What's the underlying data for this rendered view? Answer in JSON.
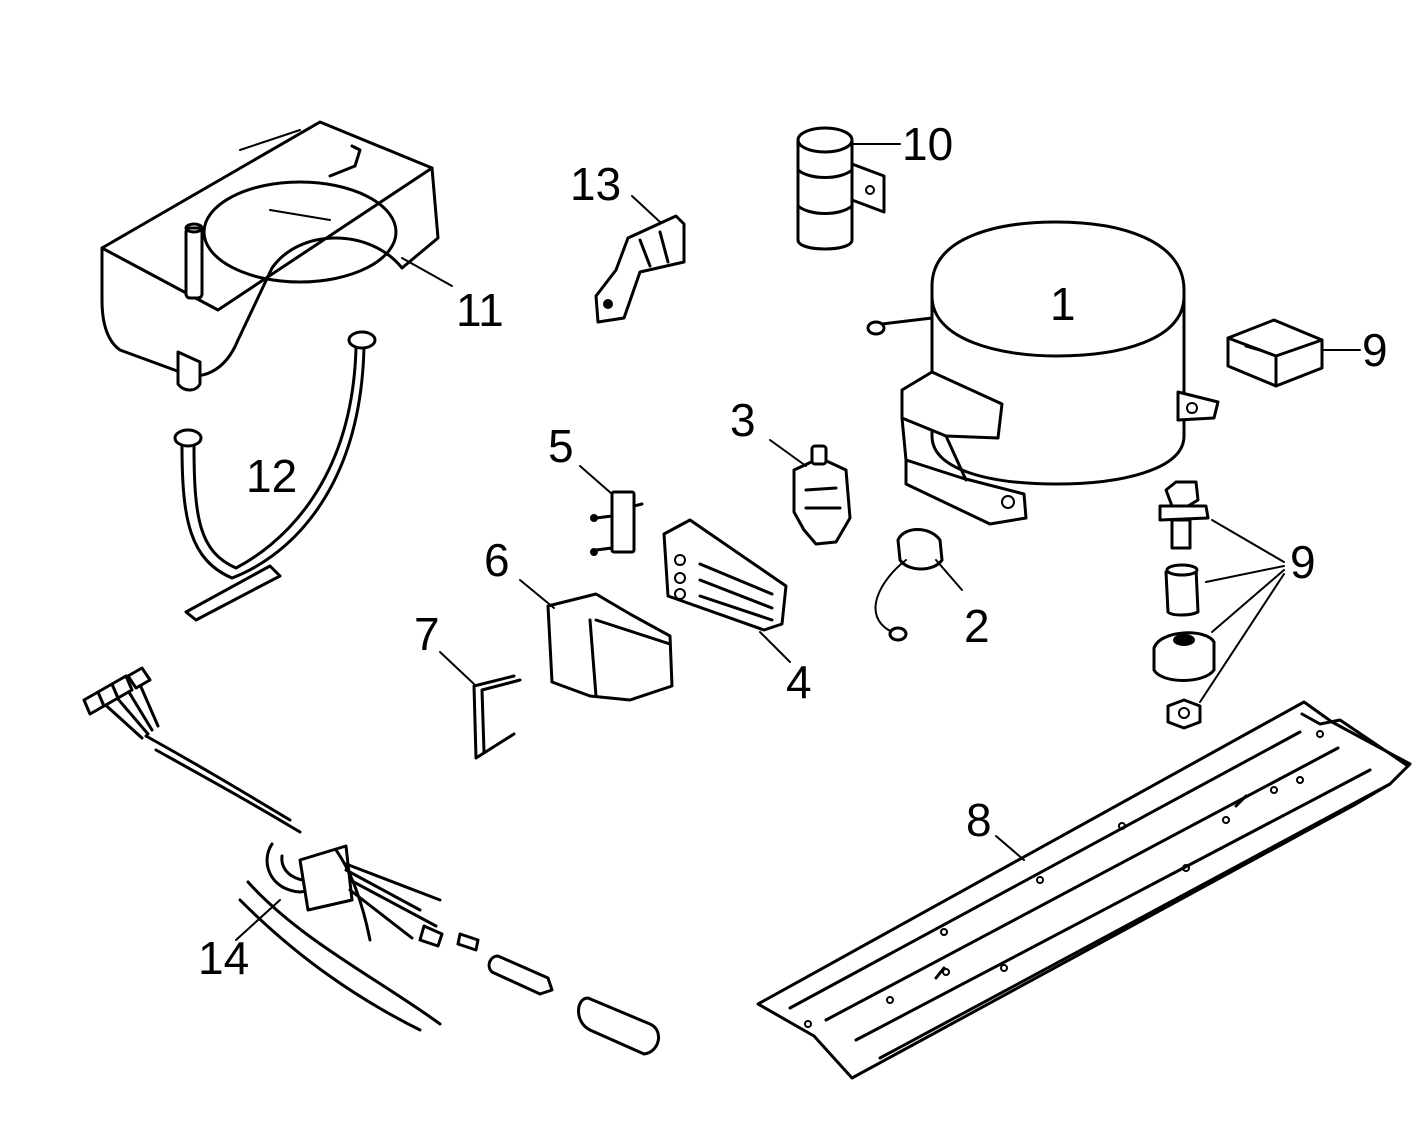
{
  "diagram": {
    "labels": {
      "compressor": "1",
      "overload": "2",
      "relay": "3",
      "terminal_cover": "4",
      "clip": "5",
      "cover": "6",
      "wire_clip": "7",
      "mounting_rail": "8",
      "grommet_kit": "9",
      "grommet_top": "9",
      "capacitor": "10",
      "drain_pan": "11",
      "drain_tube": "12",
      "bracket": "13",
      "power_cord": "14"
    }
  }
}
